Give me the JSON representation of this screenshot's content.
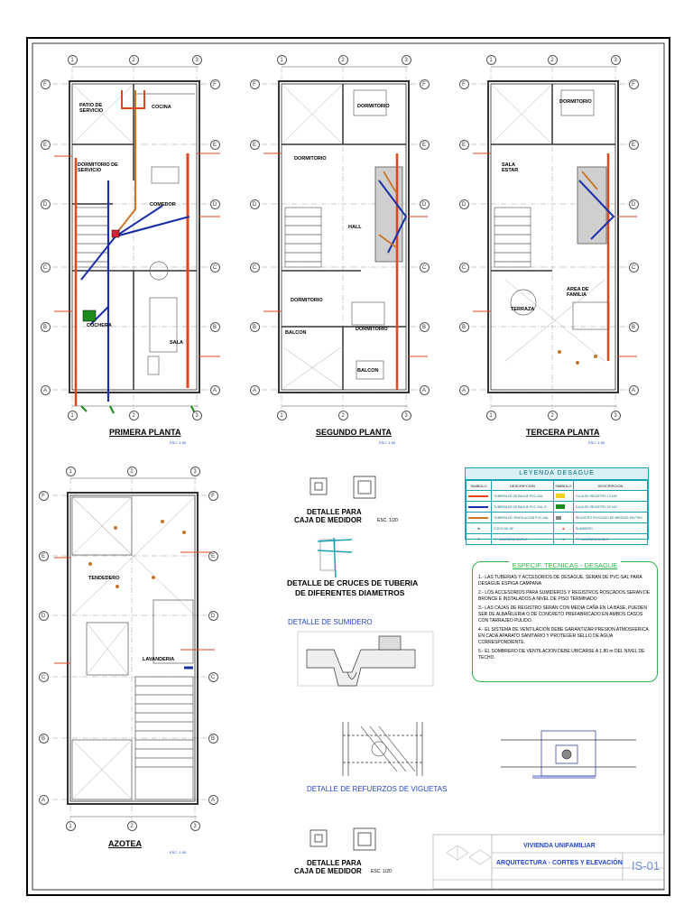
{
  "plans": {
    "primera": {
      "title": "PRIMERA PLANTA",
      "scale": "ESC. 1:50"
    },
    "segunda": {
      "title": "SEGUNDO PLANTA",
      "scale": "ESC. 1:50"
    },
    "tercera": {
      "title": "TERCERA PLANTA",
      "scale": "ESC. 1:50"
    },
    "azotea": {
      "title": "AZOTEA",
      "scale": "ESC. 1:50"
    }
  },
  "grid": {
    "cols": [
      "1",
      "2",
      "3"
    ],
    "rows": [
      "F",
      "E",
      "D",
      "C",
      "B",
      "A"
    ]
  },
  "rooms": {
    "primera": [
      "PATIO DE SERVICIO",
      "COCINA",
      "DORMITORIO DE SERVICIO",
      "COMEDOR",
      "COCHERA",
      "SALA"
    ],
    "segunda": [
      "DORMITORIO",
      "DORMITORIO",
      "HALL",
      "DORMITORIO",
      "DORMITORIO",
      "BALCON",
      "BALCON"
    ],
    "tercera": [
      "DORMITORIO",
      "SALA ESTAR",
      "AREA DE FAMILIA",
      "TERRAZA"
    ],
    "azotea": [
      "TENDEDERO",
      "LAVANDERIA"
    ]
  },
  "details": {
    "caja_medidor_1": {
      "title_line1": "DETALLE PARA",
      "title_line2": "CAJA DE MEDIDOR",
      "scale": "ESC. 1/20"
    },
    "cruces": {
      "title_line1": "DETALLE DE CRUCES DE TUBERIA",
      "title_line2": "DE DIFERENTES DIAMETROS"
    },
    "sumidero": {
      "title": "DETALLE DE SUMIDERO"
    },
    "viguetas": {
      "title": "DETALLE DE REFUERZOS DE VIGUETAS"
    },
    "caja_medidor_2": {
      "title_line1": "DETALLE PARA",
      "title_line2": "CAJA DE MEDIDOR",
      "scale": "ESC. 1/20"
    }
  },
  "legend": {
    "title": "LEYENDA DESAGUE",
    "headers": [
      "SIMBOLO",
      "DESCRIPCION",
      "SIMBOLO",
      "DESCRIPCION"
    ],
    "rows": [
      [
        "TUBERIA DE DESAGUE PVC-SAL",
        "CAJA DE REGISTRO 12\"x24\""
      ],
      [
        "TUBERIA DE DESAGUE PVC-SAL 4\"",
        "CAJA DE REGISTRO 24\"x24\""
      ],
      [
        "TUBERIA DE VENTILACION PVC-SAL",
        "REGISTRO ROSCADO DE BRONCE EN PISO"
      ],
      [
        "CODO DE 45°",
        "SUMIDERO"
      ],
      [
        "\"Y\" SANITARIA SIMPLE",
        "\"Y\" SANITARIA DOBLE"
      ]
    ],
    "colors": {
      "red": "#e0451e",
      "blue": "#1b2fa8",
      "orange": "#c7762a",
      "yellow": "#f0d020"
    }
  },
  "specs": {
    "title": "ESPECIF. TECNICAS - DESAGUE",
    "items": [
      "1.- LAS TUBERIAS Y ACCESORIOS DE DESAGUE, SERAN DE PVC-SAL PARA DESAGUE ESPIGA CAMPANA",
      "2.- LOS ACCESORIOS PARA SUMIDEROS Y REGISTROS ROSCADOS SERAN DE BRONCE E INSTALADOS A NIVEL DE PISO TERMINADO",
      "3.- LAS CAJAS DE REGISTRO SERAN CON MEDIA CAÑA EN LA BASE, PUEDEN SER DE ALBAÑILERIA O DE CONCRETO PREFABRICADO EN AMBOS CASOS CON TARRAJEO PULIDO.",
      "4.- EL SISTEMA DE VENTILACION DEBE GARANTIZAR PRESION ATMOSFERICA EN CADA APARATO SANITARIO Y PROTEGER SELLO DE AGUA CORRESPONDIENTE.",
      "5.- EL SOMBRERO DE VENTILACION DEBE UBICARSE A 1.80 m DEL NIVEL DE TECHO."
    ]
  },
  "title_block": {
    "project": "VIVIENDA UNIFAMILIAR",
    "sheet_name": "ARQUITECTURA - CORTES Y ELEVACIÓN",
    "sheet_code": "IS-01"
  }
}
